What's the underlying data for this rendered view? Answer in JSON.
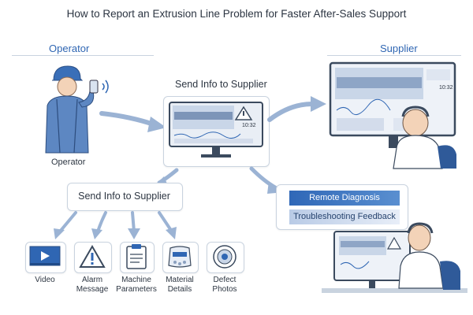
{
  "title": "How to Report an Extrusion Line Problem for Faster After-Sales Support",
  "operator_section": {
    "heading": "Operator",
    "caption": "Operator"
  },
  "center_card": {
    "heading": "Send Info to Supplier",
    "clock": "10:32"
  },
  "supplier_section": {
    "heading": "Supplier",
    "clock": "10:32"
  },
  "info_box": {
    "heading": "Send Info to Supplier"
  },
  "items": [
    {
      "label": "Video",
      "icon": "video-icon"
    },
    {
      "label": "Alarm\nMessage",
      "icon": "alarm-warning-icon"
    },
    {
      "label": "Machine\nParameters",
      "icon": "clipboard-icon"
    },
    {
      "label": "Material\nDetails",
      "icon": "material-bag-icon"
    },
    {
      "label": "Defect\nPhotos",
      "icon": "defect-photo-icon"
    }
  ],
  "feedback": {
    "remote": "Remote Diagnosis",
    "troubleshooting": "Troubleshooting Feedback"
  },
  "colors": {
    "accent": "#2f66b3",
    "arrow": "#9bb3d4",
    "monitor": "#3b4a5e",
    "chip_dark": "#2f67b7",
    "chip_light": "#c7d6ec"
  }
}
